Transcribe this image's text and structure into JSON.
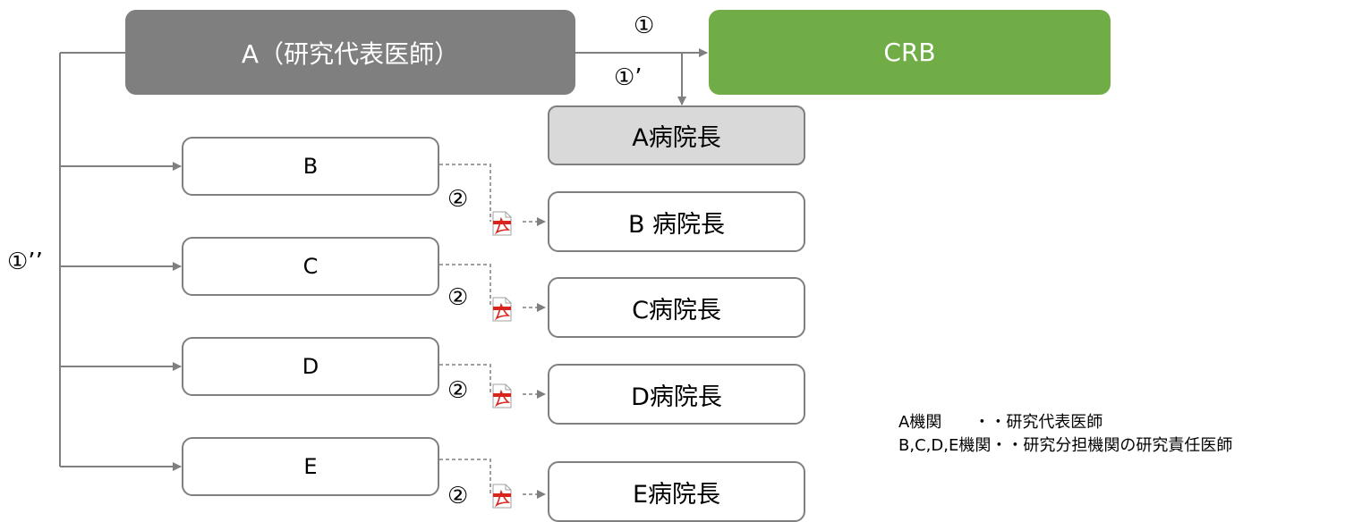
{
  "nodes": {
    "a": "A（研究代表医師）",
    "crb": "CRB",
    "a_hospital": "A病院長",
    "sites": [
      "B",
      "C",
      "D",
      "E"
    ],
    "site_hospitals": [
      "B 病院長",
      "C病院長",
      "D病院長",
      "E病院長"
    ]
  },
  "arrow_labels": {
    "step1": "①",
    "step1_prime": "①’",
    "step1_double_prime": "①’’",
    "step2": "②"
  },
  "legend": {
    "line1": "A機関　　・・研究代表医師",
    "line2": "B,C,D,E機関・・研究分担機関の研究責任医師"
  },
  "icons": {
    "document": "pdf-document-icon"
  },
  "colors": {
    "a_box": "#7f7f7f",
    "crb_box": "#70ad47",
    "a_hospital_fill": "#d9d9d9",
    "lines": "#7f7f7f",
    "pdf": "#d9241c"
  }
}
